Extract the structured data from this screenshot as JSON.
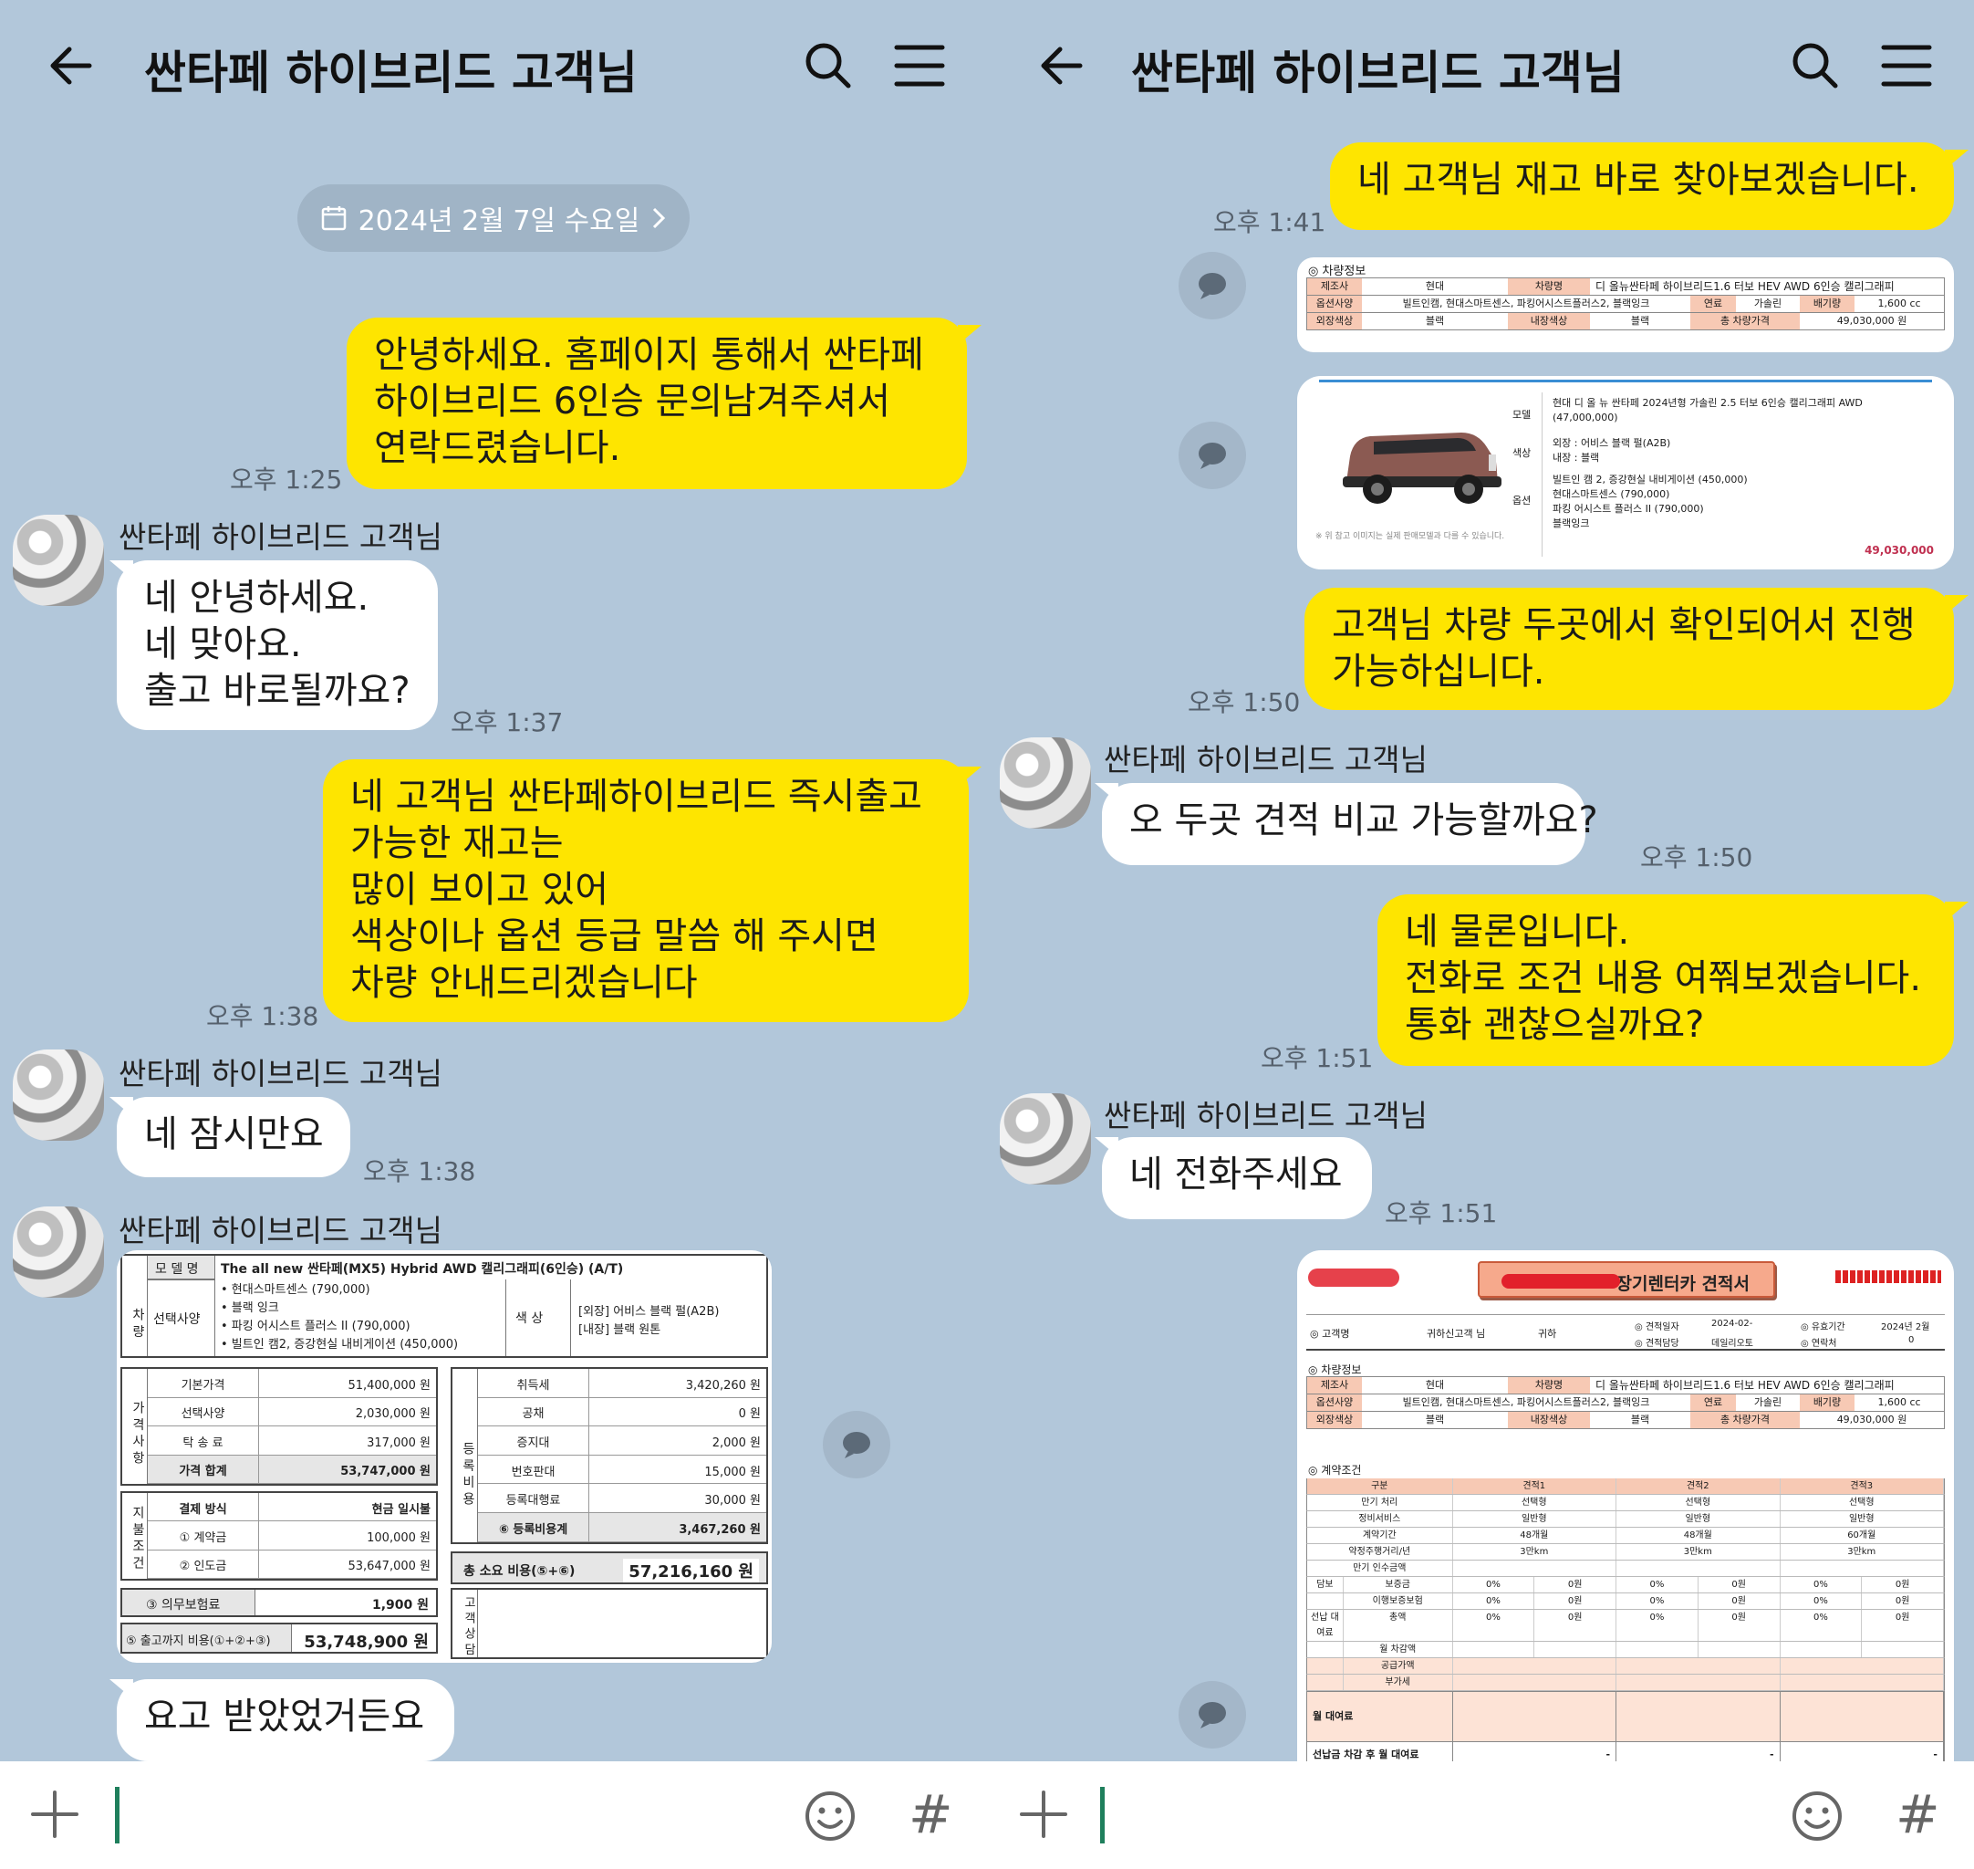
{
  "title": "싼타페 하이브리드 고객님",
  "date_pill": "2024년 2월 7일 수요일",
  "left": {
    "m1": "안녕하세요. 홈페이지 통해서 싼타페\n하이브리드 6인승 문의남겨주셔서\n연락드렸습니다.",
    "t1": "오후 1:25",
    "n1": "싼타페 하이브리드 고객님",
    "m2": "네 안녕하세요.\n네 맞아요.\n출고 바로될까요?",
    "t2": "오후 1:37",
    "m3": "네 고객님 싼타페하이브리드 즉시출고\n가능한 재고는\n많이 보이고 있어\n색상이나 옵션 등급 말씀 해 주시면\n차량 안내드리겠습니다",
    "t3": "오후 1:38",
    "n2": "싼타페 하이브리드 고객님",
    "m4": "네 잠시만요",
    "t4": "오후 1:38",
    "n3": "싼타페 하이브리드 고객님",
    "m5": "요고 받았었거든요",
    "quote": {
      "model_label": "모 델 명",
      "model": "The all new 싼타페(MX5) Hybrid AWD 캘리그래피(6인승) (A/T)",
      "car_label": "차 량",
      "opt_label": "선택사양",
      "opts": [
        "• 현대스마트센스 (790,000)",
        "• 블랙 잉크",
        "• 파킹 어시스트 플러스 II (790,000)",
        "• 빌트인 캠2, 증강현실 내비게이션 (450,000)"
      ],
      "color_label": "색 상",
      "color_ext": "[외장] 어비스 블랙 펄(A2B)",
      "color_int": "[내장] 블랙 원톤",
      "price_label": "가 격 사 항",
      "price_rows": [
        [
          "기본가격",
          "51,400,000 원"
        ],
        [
          "선택사양",
          "2,030,000 원"
        ],
        [
          "탁 송 료",
          "317,000 원"
        ],
        [
          "가격 합계",
          "53,747,000 원"
        ]
      ],
      "reg_label": "등 록 비 용",
      "reg_rows": [
        [
          "취득세",
          "3,420,260 원"
        ],
        [
          "공채",
          "0 원"
        ],
        [
          "증지대",
          "2,000 원"
        ],
        [
          "번호판대",
          "15,000 원"
        ],
        [
          "등록대행료",
          "30,000 원"
        ],
        [
          "⑥ 등록비용계",
          "3,467,260 원"
        ]
      ],
      "pay_label": "지 불 조 건",
      "pay_rows": [
        [
          "결제 방식",
          "현금 일시불"
        ],
        [
          "① 계약금",
          "100,000 원"
        ],
        [
          "② 인도금",
          "53,647,000 원"
        ]
      ],
      "total_label": "총 소요 비용(⑤+⑥)",
      "total": "57,216,160 원",
      "ins_label": "③ 의무보험료",
      "ins": "1,900 원",
      "out_label": "⑤ 출고까지 비용(①+②+③)",
      "out": "53,748,900 원",
      "consult_label": "고 객 상 담"
    }
  },
  "right": {
    "m1": "네 고객님 재고 바로 찾아보겠습니다.",
    "t1": "오후 1:41",
    "card1": {
      "section": "◎ 차량정보",
      "r1": [
        "제조사",
        "현대",
        "차량명",
        "디 올뉴싼타페 하이브리드1.6 터보 HEV AWD 6인승 캘리그래피"
      ],
      "r2": [
        "옵션사양",
        "빌트인캠, 현대스마트센스, 파킹어시스트플러스2, 블랙잉크",
        "연료",
        "가솔린",
        "배기량",
        "1,600 cc"
      ],
      "r3": [
        "외장색상",
        "블랙",
        "내장색상",
        "블랙",
        "총 차량가격",
        "49,030,000 원"
      ]
    },
    "card2": {
      "model_label": "모델",
      "model": "현대 디 올 뉴 싼타페 2024년형 가솔린 2.5 터보 6인승 캘리그래피 AWD",
      "model_price": "(47,000,000)",
      "color_label": "색상",
      "ext": "외장 : 어비스 블랙 펄(A2B)",
      "int": "내장 : 블랙",
      "opt_label": "옵션",
      "opts": [
        "빌트인 캠 2, 증강현실 내비게이션 (450,000)",
        "현대스마트센스 (790,000)",
        "파킹 어시스트 플러스 II (790,000)",
        "블랙잉크"
      ],
      "note": "※ 위 참고 이미지는 실제 판매모델과 다를 수 있습니다.",
      "total": "49,030,000"
    },
    "m2": "고객님 차량 두곳에서 확인되어서 진행\n가능하십니다.",
    "t2": "오후 1:50",
    "n1": "싼타페 하이브리드 고객님",
    "m3": "오 두곳 견적 비교 가능할까요?",
    "t3": "오후 1:50",
    "m4": "네 물론입니다.\n전화로 조건 내용 여쭤보겠습니다.\n통화 괜찮으실까요?",
    "t4": "오후 1:51",
    "n2": "싼타페 하이브리드 고객님",
    "m5": "네 전화주세요",
    "t5": "오후 1:51",
    "card3": {
      "banner": "장기렌터카 견적서",
      "cust_label": "◎ 고객명",
      "cust": "귀하신고객 님",
      "guiha": "귀하",
      "date_label": "◎ 견적일자",
      "date": "2024-02-",
      "mgr_label": "◎ 견적담당",
      "mgr": "데일리오토",
      "valid_label": "◎ 유효기간",
      "valid": "2024년 2월",
      "contact_label": "◎ 연락처",
      "contact": "0",
      "section1": "◎ 차량정보",
      "section2": "◎ 계약조건",
      "cols": [
        "구분",
        "견적1",
        "견적2",
        "견적3"
      ],
      "rows": [
        [
          "만기 처리",
          "선택형",
          "선택형",
          "선택형"
        ],
        [
          "정비서비스",
          "일반형",
          "일반형",
          "일반형"
        ],
        [
          "계약기간",
          "48개월",
          "48개월",
          "60개월"
        ],
        [
          "약정주행거리/년",
          "3만km",
          "3만km",
          "3만km"
        ],
        [
          "만기 인수금액",
          "",
          "",
          ""
        ]
      ],
      "dep_label": "담보",
      "dep_rows": [
        [
          "보증금",
          "0%",
          "0원",
          "0%",
          "0원",
          "0%",
          "0원"
        ],
        [
          "이행보증보험",
          "0%",
          "0원",
          "0%",
          "0원",
          "0%",
          "0원"
        ]
      ],
      "pre_label": "선납 대여료",
      "pre_rows": [
        [
          "총액",
          "0%",
          "0원",
          "0%",
          "0원",
          "0%",
          "0원"
        ],
        [
          "월 차감액",
          "",
          "",
          "",
          "",
          "",
          ""
        ]
      ],
      "supply": "공급가액",
      "vat": "부가세",
      "monthly": "월 대여료",
      "after": "선납금 차감 후 월 대여료",
      "dash": "-"
    }
  },
  "icons": {
    "back": "back-arrow-icon",
    "search": "search-icon",
    "menu": "menu-icon",
    "share": "share-icon",
    "plus": "plus-icon",
    "emoji": "emoji-icon",
    "hash": "#"
  }
}
